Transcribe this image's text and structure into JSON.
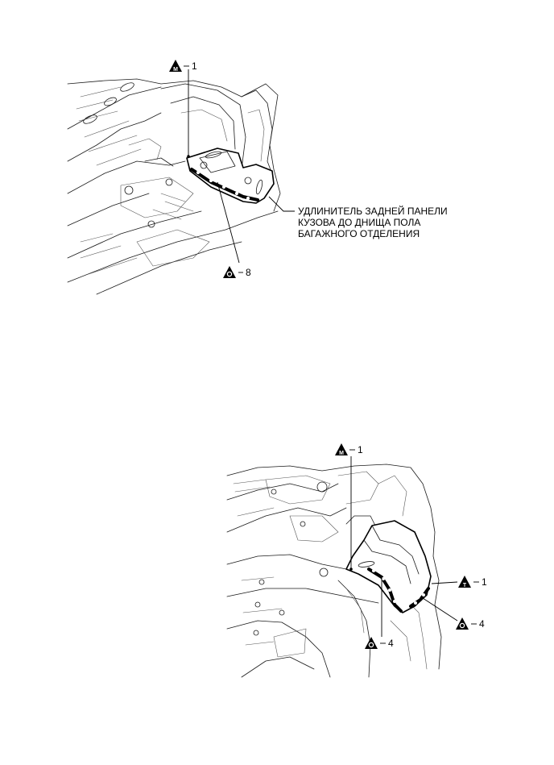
{
  "figure_top": {
    "callouts": [
      {
        "symbol": "M",
        "number": "1"
      },
      {
        "symbol": "O",
        "number": "8"
      }
    ],
    "part_label": [
      "УДЛИНИТЕЛЬ ЗАДНЕЙ ПАНЕЛИ",
      "КУЗОВА ДО ДНИЩА ПОЛА",
      "БАГАЖНОГО ОТДЕЛЕНИЯ"
    ]
  },
  "figure_bottom": {
    "callouts": [
      {
        "symbol": "M",
        "number": "1"
      },
      {
        "symbol": "T",
        "number": "1"
      },
      {
        "symbol": "O",
        "number": "4"
      },
      {
        "symbol": "O",
        "number": "4"
      }
    ]
  },
  "icon_names": [
    "weld-symbol-m-icon",
    "weld-symbol-o-icon",
    "weld-symbol-t-icon"
  ]
}
